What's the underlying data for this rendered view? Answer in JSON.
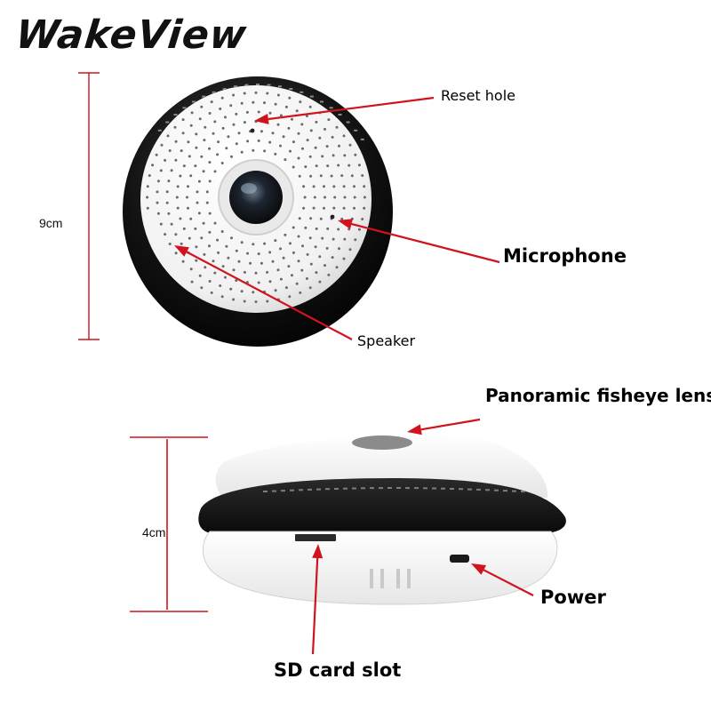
{
  "brand": {
    "name": "WakeView"
  },
  "dimensions": {
    "diameter": "9cm",
    "height": "4cm"
  },
  "labels": {
    "reset_hole": "Reset hole",
    "microphone": "Microphone",
    "speaker": "Speaker",
    "fisheye_lens": "Panoramic fisheye lens",
    "power": "Power",
    "sd_card_slot": "SD card slot"
  },
  "colors": {
    "arrow": "#d0141e",
    "device_black": "#141414",
    "device_white": "#f6f6f6"
  }
}
